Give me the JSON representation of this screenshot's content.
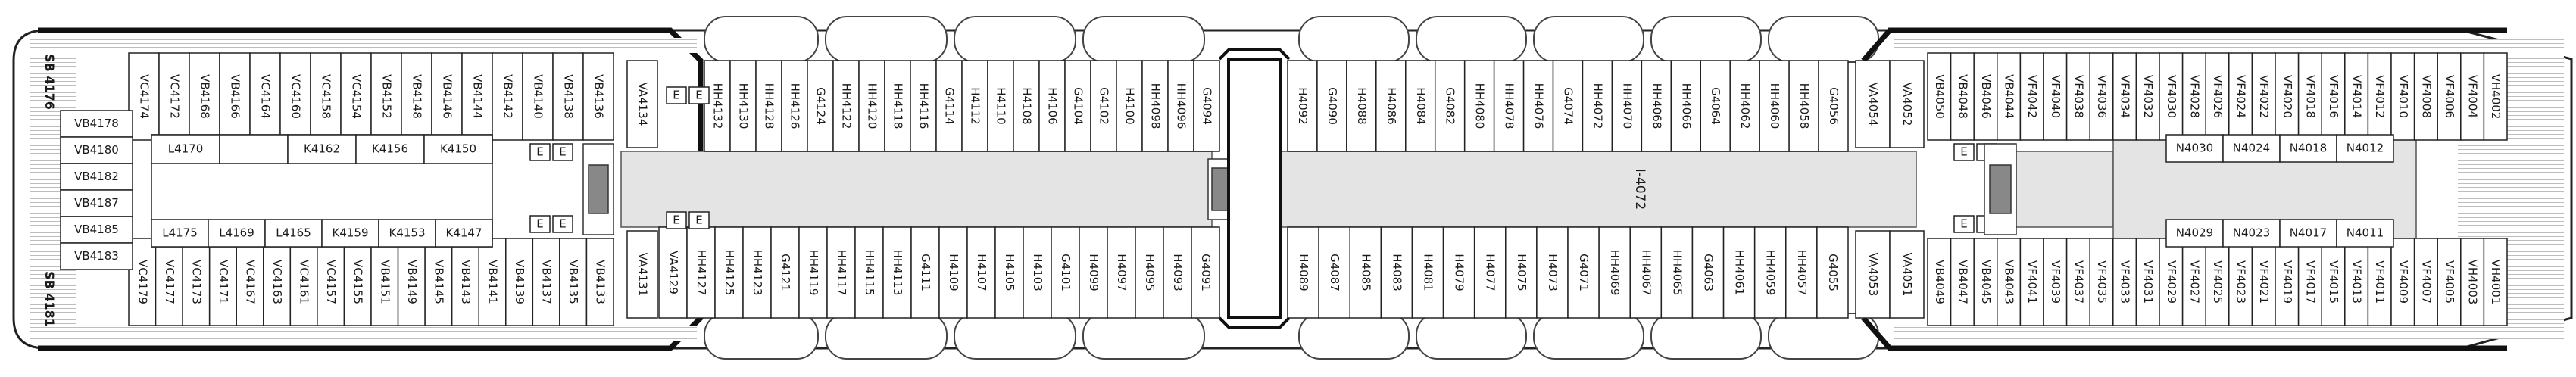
{
  "deck": {
    "upper_block_a": [
      "VC4174",
      "VC4172",
      "VB4168",
      "VB4166",
      "VC4164",
      "VC4160",
      "VC4158",
      "VC4154",
      "VB4152",
      "VB4148",
      "VB4146",
      "VB4144",
      "VB4142",
      "VB4140",
      "VB4138",
      "VB4136"
    ],
    "lower_block_a": [
      "VC4179",
      "VC4177",
      "VC4173",
      "VC4171",
      "VC4167",
      "VC4163",
      "VC4161",
      "VC4157",
      "VC4155",
      "VB4151",
      "VB4149",
      "VB4145",
      "VB4143",
      "VB4141",
      "VB4139",
      "VB4137",
      "VB4135",
      "VB4133"
    ],
    "left_column": [
      "VB4178",
      "VB4180",
      "VB4182",
      "VB4187",
      "VB4185",
      "VB4183"
    ],
    "sb_labels": [
      "SB 4176",
      "SB 4181"
    ],
    "inner_upper_a": [
      "L4170",
      "",
      "K4162",
      "K4156",
      "K4150"
    ],
    "inner_lower_a": [
      "L4175",
      "L4169",
      "L4165",
      "K4159",
      "K4153",
      "K4147"
    ],
    "vip_upper": "VA4134",
    "vip_lower": "VA4131",
    "upper_mid1": [
      "HH4132",
      "HH4130",
      "HH4128",
      "HH4126",
      "G4124",
      "HH4122",
      "HH4120",
      "HH4118",
      "HH4116",
      "G4114",
      "H4112",
      "H4110",
      "H4108",
      "H4106",
      "G4104",
      "G4102",
      "H4100",
      "HH4098",
      "HH4096",
      "G4094"
    ],
    "lower_mid1": [
      "VA4129",
      "HH4127",
      "HH4125",
      "HH4123",
      "G4121",
      "HH4119",
      "HH4117",
      "HH4115",
      "HH4113",
      "G4111",
      "H4109",
      "H4107",
      "H4105",
      "H4103",
      "G4101",
      "H4099",
      "H4097",
      "H4095",
      "H4093",
      "G4091"
    ],
    "upper_mid2": [
      "H4092",
      "G4090",
      "H4088",
      "H4086",
      "H4084",
      "G4082",
      "HH4080",
      "HH4078",
      "HH4076",
      "G4074",
      "HH4072",
      "HH4070",
      "HH4068",
      "HH4066",
      "G4064",
      "HH4062",
      "HH4060",
      "HH4058",
      "G4056"
    ],
    "lower_mid2": [
      "H4089",
      "G4087",
      "H4085",
      "H4083",
      "H4081",
      "H4079",
      "H4077",
      "H4075",
      "H4073",
      "G4071",
      "HH4069",
      "HH4067",
      "HH4065",
      "G4063",
      "HH4061",
      "HH4059",
      "HH4057",
      "G4055"
    ],
    "center_label": "I-4072",
    "vip_upper_b": [
      "VA4054",
      "VA4052"
    ],
    "vip_lower_b": [
      "VA4053",
      "VA4051"
    ],
    "upper_block_b": [
      "VB4050",
      "VB4048",
      "VB4046",
      "VB4044",
      "VF4042",
      "VF4040",
      "VF4038",
      "VF4036",
      "VF4034",
      "VF4032",
      "VF4030",
      "VF4028",
      "VF4026",
      "VF4024",
      "VF4022",
      "VF4020",
      "VF4018",
      "VF4016",
      "VF4014",
      "VF4012",
      "VF4010",
      "VF4008",
      "VF4006",
      "VF4004",
      "VH4002"
    ],
    "lower_block_b": [
      "VB4049",
      "VB4047",
      "VB4045",
      "VB4043",
      "VF4041",
      "VF4039",
      "VF4037",
      "VF4035",
      "VF4033",
      "VF4031",
      "VF4029",
      "VF4027",
      "VF4025",
      "VF4023",
      "VF4021",
      "VF4019",
      "VF4017",
      "VF4015",
      "VF4013",
      "VF4011",
      "VF4009",
      "VF4007",
      "VF4005",
      "VH4003",
      "VH4001"
    ],
    "inner_upper_b": [
      "N4030",
      "N4024",
      "N4018",
      "N4012"
    ],
    "inner_lower_b": [
      "N4029",
      "N4023",
      "N4017",
      "N4011"
    ],
    "elevator_label": "E"
  }
}
